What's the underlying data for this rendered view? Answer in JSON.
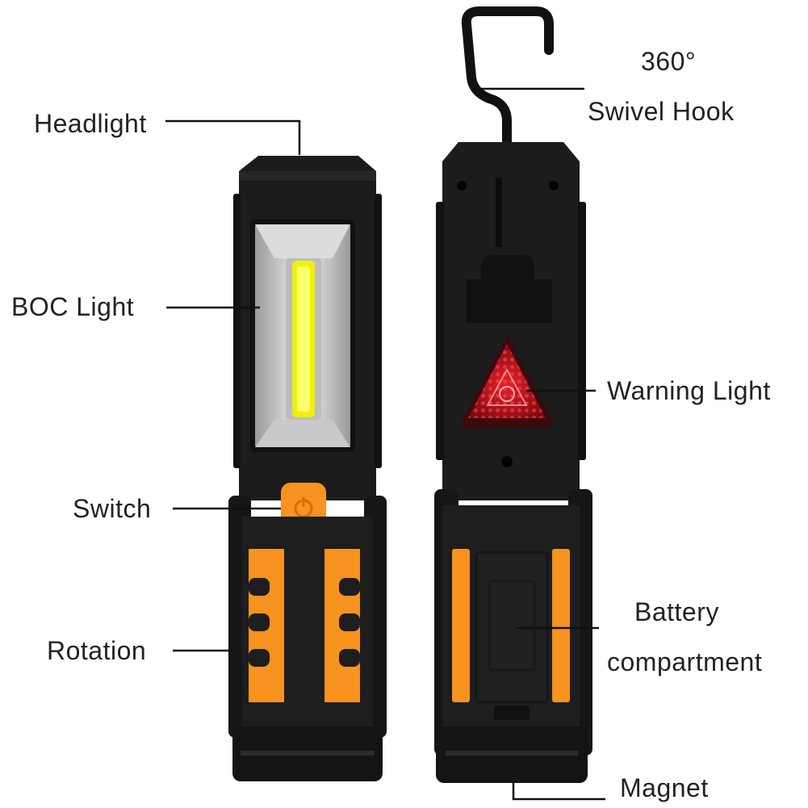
{
  "labels": {
    "headlight": "Headlight",
    "boc_light": "BOC Light",
    "switch": "Switch",
    "rotation": "Rotation",
    "hook_line1": "360°",
    "hook_line2": "Swivel Hook",
    "warning_light": "Warning Light",
    "battery_line1": "Battery",
    "battery_line2": "compartment",
    "magnet": "Magnet"
  },
  "colors": {
    "body": "#1a1a1a",
    "accent_orange": "#f7931e",
    "cob_yellow": "#f2f20a",
    "warning_red": "#c8102e",
    "label_text": "#222222"
  }
}
